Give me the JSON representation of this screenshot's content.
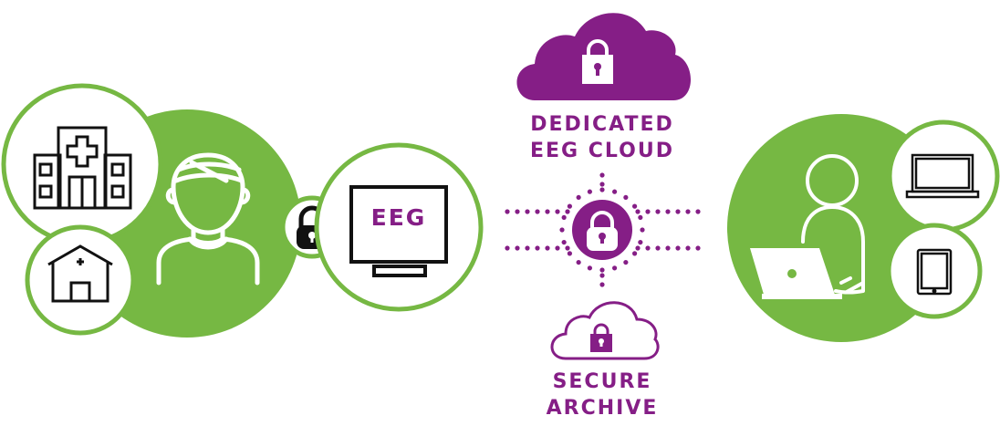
{
  "colors": {
    "green": "#76b843",
    "purple": "#851e86",
    "black": "#111111",
    "white": "#ffffff"
  },
  "monitor": {
    "label": "EEG"
  },
  "cloud_dedicated": {
    "line1": "DEDICATED",
    "line2": "EEG CLOUD"
  },
  "cloud_archive": {
    "line1": "SECURE",
    "line2": "ARCHIVE"
  },
  "icons": [
    "hospital-icon",
    "clinic-icon",
    "patient-icon",
    "padlock-icon",
    "eeg-monitor-icon",
    "cloud-lock-icon",
    "secure-hub-icon",
    "archive-cloud-icon",
    "doctor-laptop-icon",
    "laptop-icon",
    "tablet-icon"
  ]
}
